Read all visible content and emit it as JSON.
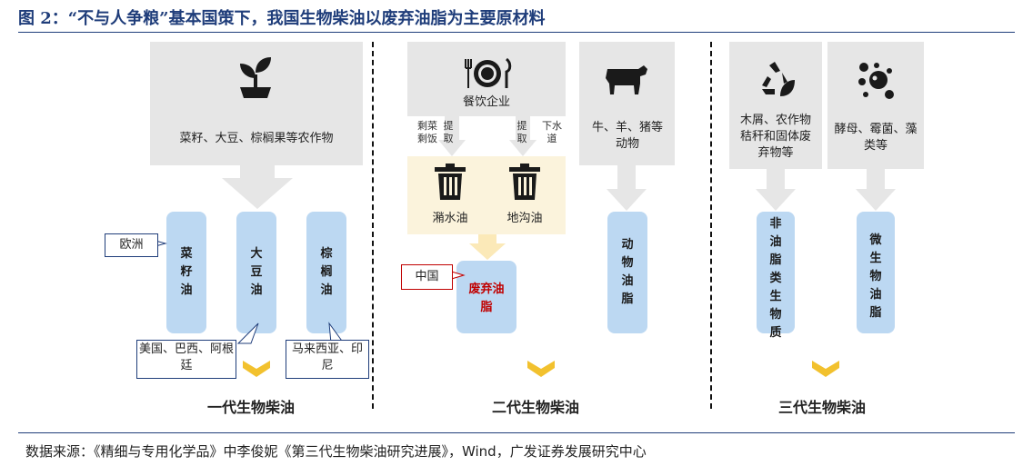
{
  "title": "图 2：“不与人争粮”基本国策下，我国生物柴油以废弃油脂为主要原材料",
  "source": "数据来源：《精细与专用化学品》中李俊妮《第三代生物柴油研究进展》，Wind，广发证券发展研究中心",
  "gen1": {
    "feedstock": "菜籽、大豆、棕榈果等农作物",
    "oils": [
      "菜籽油",
      "大豆油",
      "棕榈油"
    ],
    "regions": [
      "欧洲",
      "美国、巴西、阿根廷",
      "马来西亚、印尼"
    ],
    "label": "一代生物柴油"
  },
  "gen2": {
    "source_label": "餐饮企业",
    "extract_left_a": "剩菜剩饭",
    "extract_left_b": "提取",
    "extract_right_b": "提取",
    "extract_right_a": "下水道",
    "trash": [
      "潲水油",
      "地沟油"
    ],
    "waste_oil": "废弃油脂",
    "region": "中国",
    "animal_source": "牛、羊、猪等动物",
    "animal_oil": "动物油脂",
    "label": "二代生物柴油"
  },
  "gen3": {
    "feedstock_a": "木屑、农作物秸秆和固体废弃物等",
    "feedstock_b": "酵母、霉菌、藻类等",
    "oil_a": "非油脂类生物质",
    "oil_b": "微生物油脂",
    "label": "三代生物柴油"
  },
  "colors": {
    "title": "#1f3d7a",
    "gray": "#e6e6e6",
    "cream": "#fbf3dc",
    "blue": "#bcd8f2",
    "gold": "#f2c12e",
    "red": "#c00000"
  }
}
